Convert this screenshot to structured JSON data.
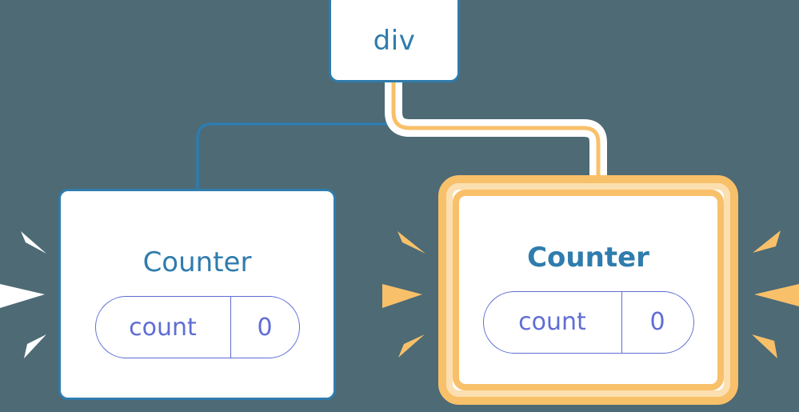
{
  "diagram": {
    "title": "component-rerender-highlight",
    "background_color": "#4d6a75",
    "accent_blue": "#2f7cad",
    "accent_orange": "#f9c06a",
    "accent_indigo": "#5f6dd4",
    "white": "#ffffff"
  },
  "nodes": {
    "root": {
      "label": "div",
      "state": "idle",
      "border_color": "#2f7cad"
    },
    "counter_left": {
      "label": "Counter",
      "state": "idle",
      "border_color": "#2f7cad",
      "pill": {
        "key": "count",
        "value": "0"
      }
    },
    "counter_right": {
      "label": "Counter",
      "state": "highlighted",
      "border_color": "#f9c06a",
      "pill": {
        "key": "count",
        "value": "0"
      }
    }
  },
  "edges": [
    {
      "name": "div-to-counter-left",
      "color": "#2f7cad",
      "style": "solid",
      "highlighted": false
    },
    {
      "name": "div-to-counter-right",
      "color": "#f9c06a",
      "style": "solid-with-white-halo",
      "highlighted": true
    }
  ],
  "bursts": [
    {
      "name": "burst-left-of-counter-left",
      "color": "#ffffff",
      "rays": 3
    },
    {
      "name": "burst-right-of-counter-left",
      "color": "#f9c06a",
      "rays": 3
    },
    {
      "name": "burst-right-of-counter-right",
      "color": "#f9c06a",
      "rays": 3
    }
  ]
}
